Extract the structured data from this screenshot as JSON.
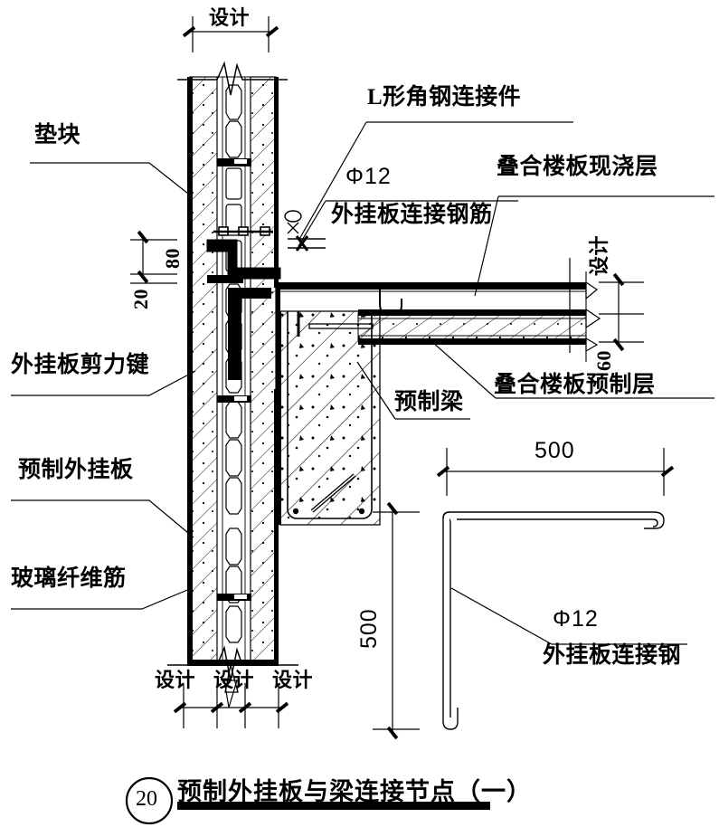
{
  "drawing": {
    "title": "预制外挂板与梁连接节点（一）",
    "tag_number": "20",
    "type": "architectural-detail-section"
  },
  "labels": {
    "dianKuai": "垫块",
    "lXingJiaoGang": "L形角钢连接件",
    "phi12_a": "Φ12",
    "waiGuaBanLianJieGangJin": "外挂板连接钢筋",
    "dieHeLouBanXianJiaoCeng": "叠合楼板现浇层",
    "dieHeLouBanYuZhiCeng": "叠合楼板预制层",
    "yuZhiLiang": "预制梁",
    "waiGuaBanJianLiJian": "外挂板剪力键",
    "yuZhiWaiGuaBan": "预制外挂板",
    "boLiXianWeiJin": "玻璃纤维筋",
    "phi12_b": "Φ12",
    "waiGuaBanLianJieGang": "外挂板连接钢"
  },
  "dimensions": {
    "top_design": "设计",
    "left_80": "80",
    "left_20": "20",
    "right_design": "设计",
    "right_60": "60",
    "bottom_design_1": "设计",
    "bottom_design_2": "设计",
    "bottom_design_3": "设计",
    "rebar_h_500": "500",
    "rebar_v_500": "500"
  },
  "colors": {
    "line": "#000000",
    "background": "#ffffff",
    "hatch": "#1a1a1a"
  }
}
